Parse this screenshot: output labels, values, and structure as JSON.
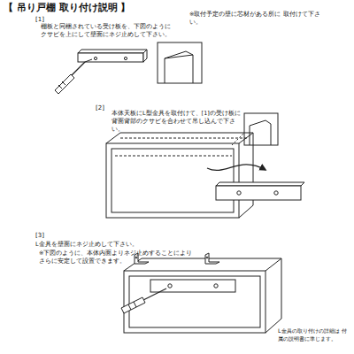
{
  "diagram": {
    "title": "【 吊り戸棚 取り付け説明 】",
    "labels": [
      "[1]",
      "棚板と同梱されている受け板を、下図のように クサビを上にして壁面にネジ止めして下さい。",
      "※取付予定の壁に芯材がある所に 取付けて下さい。",
      "[2]",
      "本体天板にL型金具を取付けて、[1]の受け板に 背面背部のクサビを合わせて吊し込んで下さい。",
      "[3]",
      "L金具を壁面にネジ止めして下さい。",
      "※下図のように、本体内面よりネジ止めすることにより さらに安定して設置できます。",
      "L金具の取り付けの詳細は 付属の説明書に準じます。"
    ]
  }
}
